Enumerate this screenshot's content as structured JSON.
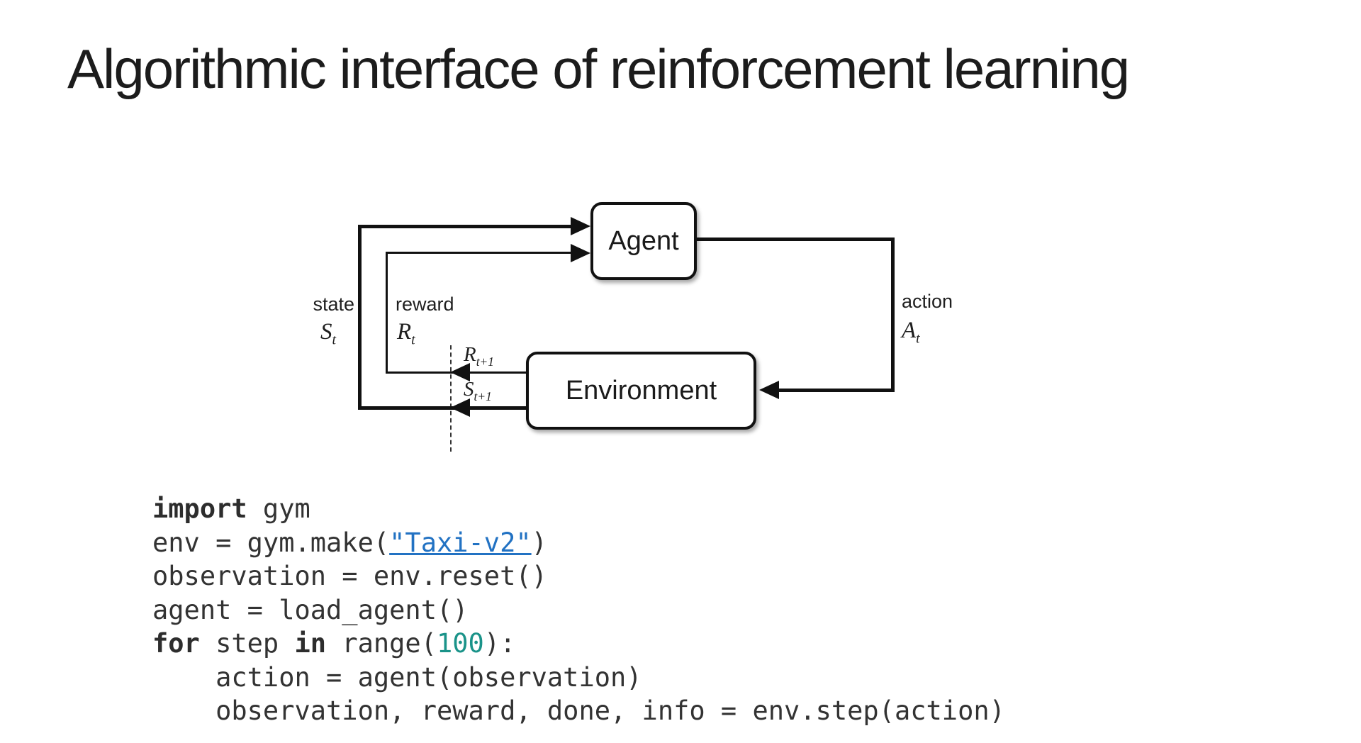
{
  "slide": {
    "title": "Algorithmic interface of reinforcement learning"
  },
  "diagram": {
    "agent_label": "Agent",
    "environment_label": "Environment",
    "state_label": "state",
    "state_symbol": "S",
    "state_symbol_sub": "t",
    "reward_label": "reward",
    "reward_symbol": "R",
    "reward_symbol_sub": "t",
    "action_label": "action",
    "action_symbol": "A",
    "action_symbol_sub": "t",
    "next_reward_symbol": "R",
    "next_reward_sub": "t+1",
    "next_state_symbol": "S",
    "next_state_sub": "t+1"
  },
  "code": {
    "lines": [
      [
        {
          "t": "import",
          "c": "keyword"
        },
        {
          "t": " gym",
          "c": "plain"
        }
      ],
      [
        {
          "t": "env = gym.make(",
          "c": "plain"
        },
        {
          "t": "\"Taxi-v2\"",
          "c": "string_link"
        },
        {
          "t": ")",
          "c": "plain"
        }
      ],
      [
        {
          "t": "observation = env.reset()",
          "c": "plain"
        }
      ],
      [
        {
          "t": "agent = load_agent()",
          "c": "plain"
        }
      ],
      [
        {
          "t": "for",
          "c": "keyword"
        },
        {
          "t": " step ",
          "c": "plain"
        },
        {
          "t": "in",
          "c": "keyword"
        },
        {
          "t": " range(",
          "c": "plain"
        },
        {
          "t": "100",
          "c": "number"
        },
        {
          "t": "):",
          "c": "plain"
        }
      ],
      [
        {
          "t": "    action = agent(observation)",
          "c": "plain"
        }
      ],
      [
        {
          "t": "    observation, reward, done, info = env.step(action)",
          "c": "plain"
        }
      ]
    ]
  },
  "colors": {
    "link_blue": "#2272c3",
    "number_teal": "#1a9389",
    "code_text": "#333333",
    "code_keyword": "#2d2d2d",
    "line_black": "#111111"
  }
}
